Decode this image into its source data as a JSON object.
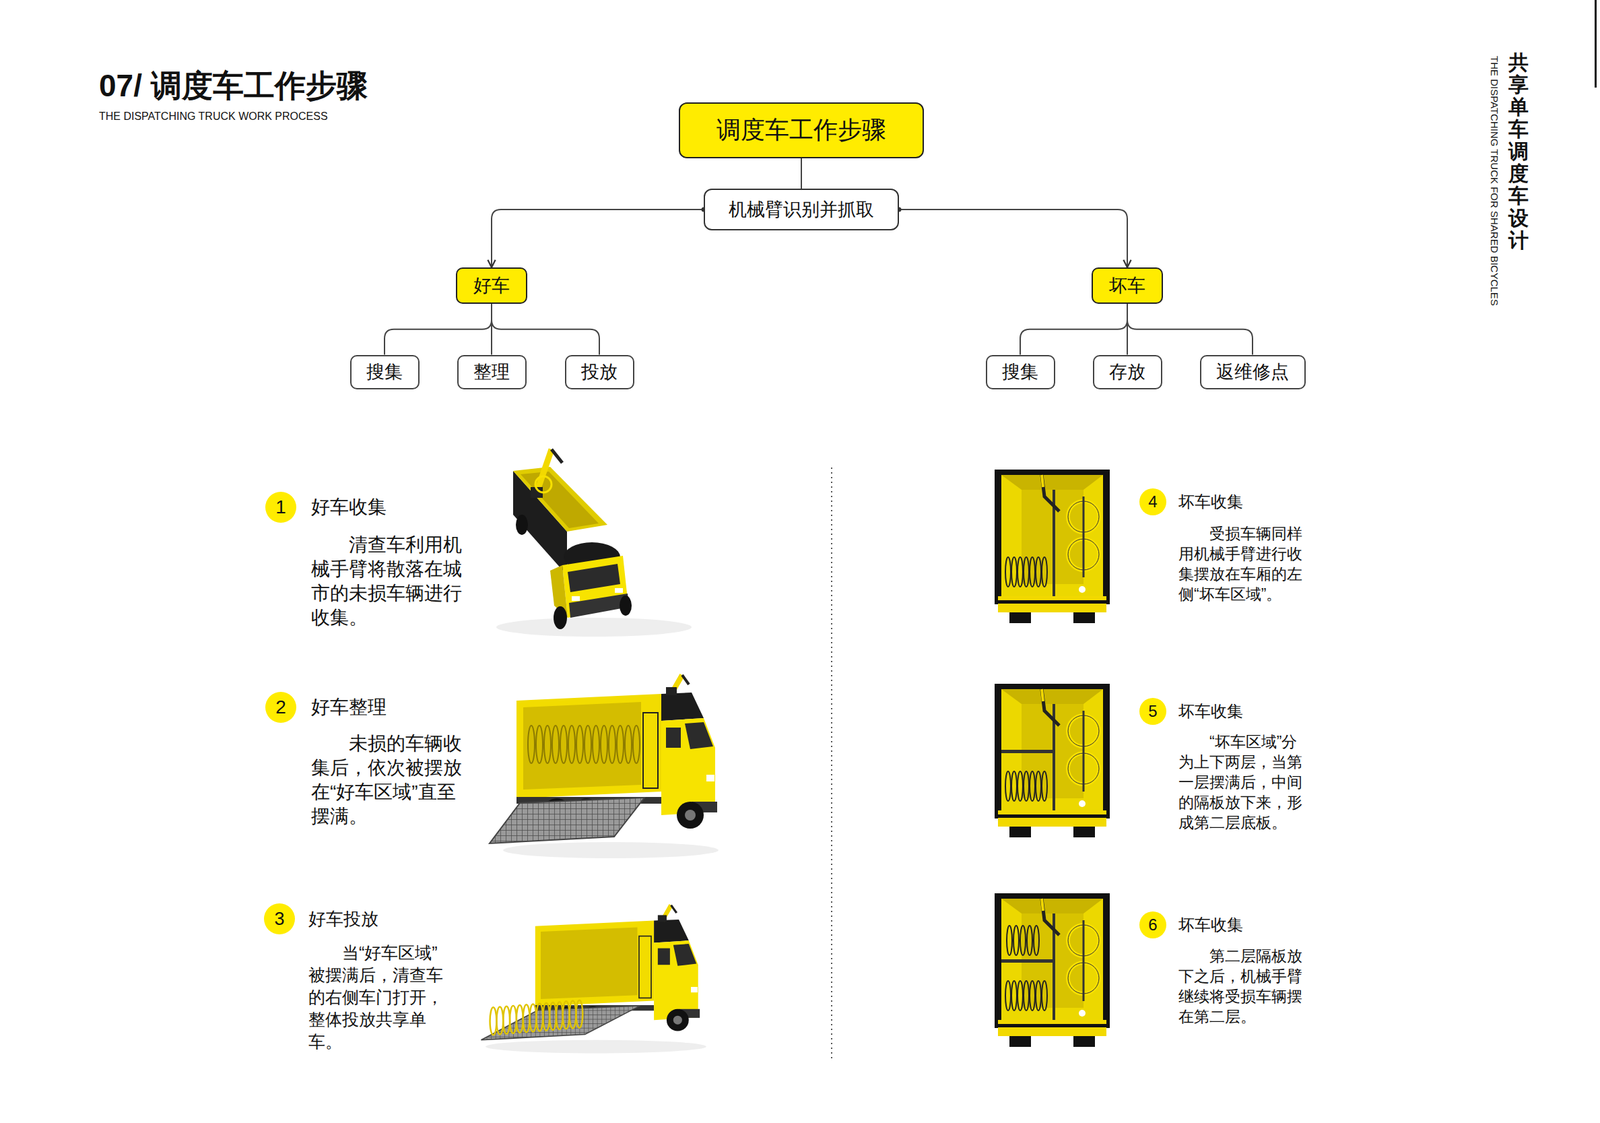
{
  "diagram": {
    "title": "07/ 调度车工作步骤",
    "nodes": [
      {
        "text": [
          "调度车工作步骤"
        ]
      },
      {
        "text": [
          "机械臂识别并抓取"
        ]
      },
      {
        "text": [
          "好车"
        ]
      },
      {
        "text": [
          "坏车"
        ]
      },
      {
        "text": [
          "搜集"
        ]
      },
      {
        "text": [
          "整理"
        ]
      },
      {
        "text": [
          "投放"
        ]
      },
      {
        "text": [
          "搜集"
        ]
      },
      {
        "text": [
          "存放"
        ]
      },
      {
        "text": [
          "返维修点"
        ]
      }
    ],
    "edges": [
      {
        "from": 0,
        "to": 1,
        "arrow": "none"
      },
      {
        "from": 1,
        "to": 2,
        "arrow": "to"
      },
      {
        "from": 1,
        "to": 3,
        "arrow": "to"
      },
      {
        "from": 2,
        "to": 4,
        "arrow": "none"
      },
      {
        "from": 2,
        "to": 5,
        "arrow": "none"
      },
      {
        "from": 2,
        "to": 6,
        "arrow": "none"
      },
      {
        "from": 3,
        "to": 7,
        "arrow": "none"
      },
      {
        "from": 3,
        "to": 8,
        "arrow": "none"
      },
      {
        "from": 3,
        "to": 9,
        "arrow": "none"
      }
    ],
    "labels": [
      "THE DISPATCHING TRUCK WORK PROCESS",
      "共享单车调度车设计",
      "THE DISPATCHING TRUCK FOR SHARED BICYCLES",
      "1",
      "好车收集",
      "清查车利用机械手臂将散落在城市的未损车辆进行收集。",
      "2",
      "好车整理",
      "未损的车辆收集后，依次被摆放在“好车区域”直至摆满。",
      "3",
      "好车投放",
      "当“好车区域”被摆满后，清查车的右侧车门打开，整体投放共享单车。",
      "4",
      "坏车收集",
      "受损车辆同样用机械手臂进行收集摆放在车厢的左侧“坏车区域”。",
      "5",
      "坏车收集",
      "“坏车区域”分为上下两层，当第一层摆满后，中间的隔板放下来，形成第二层底板。",
      "6",
      "坏车收集",
      "第二层隔板放下之后，机械手臂继续将受损车辆摆在第二层。"
    ]
  }
}
